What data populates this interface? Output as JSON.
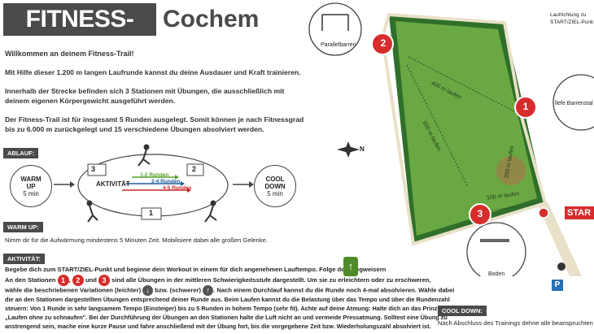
{
  "header": {
    "title": "FITNESS-TRAIL",
    "city": "Cochem"
  },
  "intro": {
    "welcome": "Willkommen an deinem Fitness-Trail!",
    "p1": "Mit Hilfe dieser 1.200 m langen Laufrunde kannst du deine Ausdauer und Kraft trainieren.",
    "p2a": "Innerhalb der Strecke befinden sich 3 Stationen mit Übungen, die ausschließlich mit",
    "p2b": "deinem eigenen Körpergewicht ausgeführt werden.",
    "p3a": "Der Fitness-Trail ist für insgesamt 5 Runden ausgelegt. Somit können je nach Fitnessgrad",
    "p3b": "bis zu 6.000 m zurückgelegt und 15 verschiedene Übungen absolviert werden."
  },
  "ablauf": {
    "tag": "ABLAUF:",
    "warmup": [
      "WARM",
      "UP",
      "5 min"
    ],
    "cooldown": [
      "COOL",
      "DOWN",
      "5 min"
    ],
    "aktivitaet": "AKTIVITÄT",
    "rounds": [
      "1-2 Runden",
      "2-4 Runden",
      "4-5 Runden"
    ],
    "stations": [
      "3",
      "2",
      "1"
    ],
    "colors": {
      "r1": "#5aa02c",
      "r2": "#1e5f9a",
      "r3": "#c62828"
    }
  },
  "warmup_section": {
    "tag": "WARM UP:",
    "text": "Nimm dir für die Aufwärmung mindestens 5 Minuten Zeit. Mobilisiere dabei alle großen Gelenke."
  },
  "aktivitaet_section": {
    "tag": "AKTIVITÄT:",
    "l1": "Begebe dich zum START/ZIEL-Punkt und beginne dein Workout in einem für dich angenehmen Lauftempo. Folge den Wegweisern",
    "l2a": "An den Stationen",
    "n1": "1",
    "n2": "2",
    "n3": "3",
    "comma": ",",
    "und": "und",
    "l2b": "sind alle Übungen in der mittleren Schwierigkeitsstufe dargestellt. Um sie zu erleichtern oder zu erschweren,",
    "l3a": "wähle die beschriebenen Variationen (leichter)",
    "l3b": "bzw. (schwerer)",
    "l3c": ". Nach einem Durchlauf kannst du die Runde noch 4-mal absolvieren. Wähle dabei",
    "l4": "die an den Stationen dargestellten Übungen entsprechend deiner Runde aus. Beim Laufen kannst du die Belastung über das Tempo und über die Rundenzahl",
    "l5": "steuern: Von 1 Runde in sehr langsamem Tempo (Einsteiger) bis zu 5 Runden in hohem Tempo (sehr fit). Achte auf deine Atmung: Halte dich an das Prinzip",
    "l6": "„Laufen ohne zu schnaufen\". Bei der Durchführung der Übungen an den Stationen halte die Luft nicht an und vermeide Pressatmung. Solltest eine Übung zu",
    "l7": "anstrengend sein, mache eine kurze Pause und fahre anschließend mit der Übung fort, bis die vorgegebene Zeit bzw. Wiederholungszahl absolviert ist."
  },
  "map": {
    "legend_l1": "Laufrichtung zu",
    "legend_l2": "START/ZIEL-Punk",
    "parallelbarren": "Parallelbarren",
    "barrenstand": "llefe Barrenstal",
    "boden": "Boden",
    "start": "STAR",
    "d400": "400 m laufen",
    "d500": "500 m laufen",
    "d100": "100 m laufen",
    "d200": "200 m laufen",
    "north": "N",
    "parking": "P",
    "colors": {
      "grass": "#6aa843",
      "trees": "#2f6f2a",
      "path": "#e8e1c8",
      "red": "#d62c2c"
    }
  },
  "cooldown_section": {
    "tag": "COOL DOWN:",
    "text": "Nach Abschluss des Trainings dehne alle beanspruchten Mus"
  }
}
